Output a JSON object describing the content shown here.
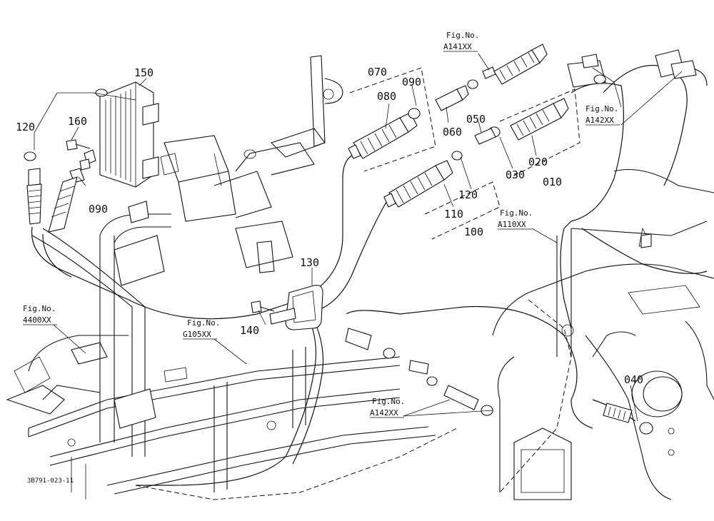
{
  "diagram": {
    "drawing_code": "3B791-023-11",
    "part_numbers": {
      "p150": "150",
      "p160": "160",
      "p120_left": "120",
      "p090_left": "090",
      "p070": "070",
      "p090_top": "090",
      "p080": "080",
      "p060": "060",
      "p050": "050",
      "p020": "020",
      "p030": "030",
      "p010": "010",
      "p120_mid": "120",
      "p110": "110",
      "p100": "100",
      "p130": "130",
      "p140": "140",
      "p040": "040"
    },
    "fig_refs": {
      "a141": {
        "label": "Fig.No.",
        "code": "A141XX"
      },
      "a142_top": {
        "label": "Fig.No.",
        "code": "A142XX"
      },
      "a110": {
        "label": "Fig.No.",
        "code": "A110XX"
      },
      "f4400": {
        "label": "Fig.No.",
        "code": "4400XX"
      },
      "g105": {
        "label": "Fig.No.",
        "code": "G105XX"
      },
      "a142_bottom": {
        "label": "Fig.No.",
        "code": "A142XX"
      }
    }
  }
}
